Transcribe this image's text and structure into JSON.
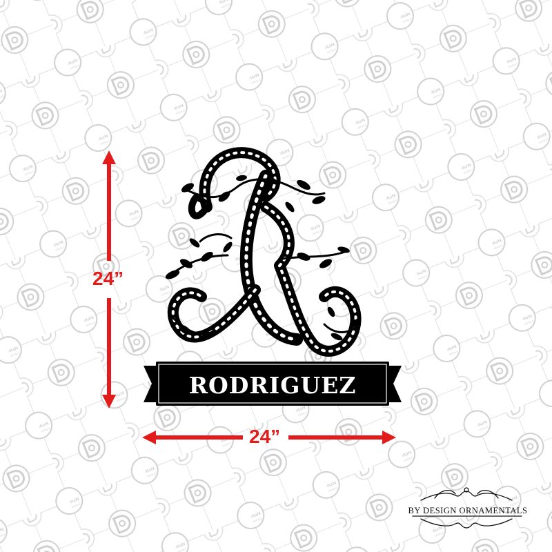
{
  "product": {
    "name_banner": "RODRIGUEZ",
    "monogram_letter": "R"
  },
  "dimensions": {
    "height_label": "24”",
    "width_label": "24”"
  },
  "watermark": {
    "text_line1": "BY",
    "text_line2": "DESIGN",
    "text_line3": "ORNAMENTALS"
  },
  "brand": {
    "name": "BY DESIGN ORNAMENTALS"
  },
  "colors": {
    "background": "#ffffff",
    "artwork": "#000000",
    "dimension_arrows": "#e21b1b",
    "watermark": "#d9d9d9"
  }
}
